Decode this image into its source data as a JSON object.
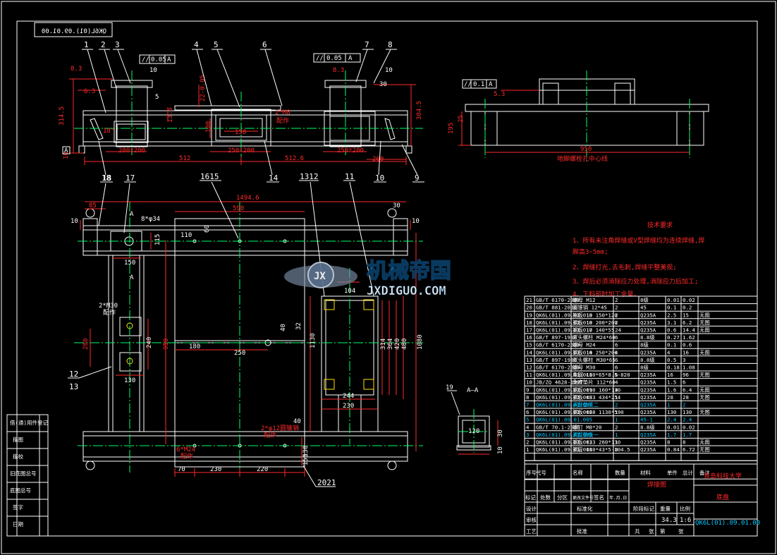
{
  "drawing_number": "QK6L(01).09.01.00",
  "top_code_mirrored": "QK6L(01).09.01.00",
  "title_block": {
    "name": "焊接图",
    "company": "青岛科技大学",
    "part": "底盘",
    "weight": "34.3",
    "scale": "1:6",
    "drawing_number": "QK6L(01).09.01.00",
    "header_cells": [
      "标记",
      "处数",
      "分区",
      "更改文件号",
      "签名",
      "年.月.日"
    ],
    "row_labels": [
      "设计",
      "审核",
      "工艺"
    ],
    "stage_labels": [
      "阶段标记",
      "重量",
      "比例"
    ],
    "sheet_labels": [
      "共",
      "张",
      "第",
      "张"
    ],
    "std": "标准化",
    "approve": "批准",
    "bom_header": [
      "序号",
      "代号",
      "名称",
      "数量",
      "材料",
      "单件",
      "总计",
      "备注"
    ]
  },
  "side_labels": [
    "借(通)用件登记",
    "旧底图总号",
    "描图",
    "描校",
    "底图总号",
    "签字",
    "日期"
  ],
  "tech_req": {
    "title": "技术要求",
    "items": [
      "1、所有未注角焊缝或V型焊缝均为连续焊缝,焊",
      "脚高3~5mm;",
      "2、焊缝打光,去毛刺,焊缝平整美观;",
      "3、焊后必须消除应力处理,消除应力后加工;",
      "4、下料前时加工余量。"
    ]
  },
  "bom_rows": [
    {
      "no": "21",
      "code": "GB/T 6170-2000",
      "name": "螺母 M12",
      "qty": "2",
      "mat": "8级",
      "unit": "0.01",
      "total": "0.02",
      "note": ""
    },
    {
      "no": "20",
      "code": "GB/T 881-2000",
      "name": "圆锥销 12*45",
      "qty": "2",
      "mat": "45",
      "unit": "0.1",
      "total": "0.2",
      "note": ""
    },
    {
      "no": "19",
      "code": "QK6L(01).09.01.019",
      "name": "挡板 18 150*120",
      "qty": "2",
      "mat": "Q235A",
      "unit": "2.5",
      "total": "15",
      "note": "无图"
    },
    {
      "no": "18",
      "code": "QK6L(01).09.01.018",
      "name": "钢板 10 200*200",
      "qty": "2",
      "mat": "Q235A",
      "unit": "3.1",
      "total": "6.2",
      "note": "无图"
    },
    {
      "no": "17",
      "code": "QK6L(01).09.01.017",
      "name": "钢板 10 140*55",
      "qty": "24",
      "mat": "Q235A",
      "unit": "0.6",
      "total": "14.4",
      "note": "无图"
    },
    {
      "no": "16",
      "code": "GB/T 897-1988",
      "name": "双头螺柱 M24*60",
      "qty": "6",
      "mat": "8.8级",
      "unit": "0.27",
      "total": "1.62",
      "note": ""
    },
    {
      "no": "15",
      "code": "GB/T 6170-2000",
      "name": "螺母 M24",
      "qty": "6",
      "mat": "8级",
      "unit": "0.1",
      "total": "0.6",
      "note": ""
    },
    {
      "no": "14",
      "code": "QK6L(01).09.01.014",
      "name": "钢板 10 250*200",
      "qty": "4",
      "mat": "Q235A",
      "unit": "4",
      "total": "16",
      "note": "无图"
    },
    {
      "no": "13",
      "code": "GB/T 897-1988",
      "name": "双头螺柱 M30*65",
      "qty": "6",
      "mat": "8.8级",
      "unit": "0.5",
      "total": "3",
      "note": ""
    },
    {
      "no": "12",
      "code": "GB/T 6170-2000",
      "name": "螺母 M30",
      "qty": "6",
      "mat": "8级",
      "unit": "0.18",
      "total": "1.08",
      "note": ""
    },
    {
      "no": "11",
      "code": "QK6L(01).09.01.011",
      "name": "角钢 L80*65*8.5-820",
      "qty": "6",
      "mat": "Q235A",
      "unit": "16",
      "total": "96",
      "note": "无图"
    },
    {
      "no": "10",
      "code": "JB/ZQ 4628-1997",
      "name": "角度垫片 112*60",
      "qty": "4",
      "mat": "Q235A",
      "unit": "1.5",
      "total": "6",
      "note": ""
    },
    {
      "no": "9",
      "code": "QK6L(01).09.01.009",
      "name": "钢板 t10 160*130",
      "qty": "4",
      "mat": "Q235A",
      "unit": "1.6",
      "total": "6.4",
      "note": "无图"
    },
    {
      "no": "8",
      "code": "QK6L(01).09.01.008",
      "name": "钢板 t33 434*254",
      "qty": "1",
      "mat": "Q235A",
      "unit": "28",
      "total": "28",
      "note": "无图"
    },
    {
      "no": "7",
      "code": "QK6L(01).09.01.007",
      "name": "调整垫板二",
      "qty": "2",
      "mat": "Q235A",
      "unit": "1",
      "total": "2",
      "note": ""
    },
    {
      "no": "6",
      "code": "QK6L(01).09.01.006",
      "name": "钢板 t28 1130*590",
      "qty": "1",
      "mat": "Q235A",
      "unit": "130",
      "total": "130",
      "note": "无图"
    },
    {
      "no": "5",
      "code": "QK6L(01).09.01.005",
      "name": "",
      "qty": "1",
      "mat": "45-1",
      "unit": "2.4",
      "total": "2.4",
      "note": ""
    },
    {
      "no": "4",
      "code": "GB/T 70.1-2000",
      "name": "螺钉 M8*20",
      "qty": "2",
      "mat": "8.8级",
      "unit": "0.01",
      "total": "0.02",
      "note": ""
    },
    {
      "no": "3",
      "code": "QK6L(01).09.01.003",
      "name": "调整垫板一",
      "qty": "1",
      "mat": "Q235A",
      "unit": "1.7",
      "total": "1.7",
      "note": ""
    },
    {
      "no": "2",
      "code": "QK6L(01).09.01.002",
      "name": "钢板 t33 260*130",
      "qty": "1",
      "mat": "Q235A",
      "unit": "8",
      "total": "8",
      "note": "无图"
    },
    {
      "no": "1",
      "code": "QK6L(01).09.01.001",
      "name": "钢管 180*43*5-104.5",
      "qty": "8",
      "mat": "Q235A",
      "unit": "0.84",
      "total": "6.72",
      "note": "无图"
    }
  ],
  "bom_colors": {
    "default": "#ffffff",
    "highlight": "#00c8ff"
  },
  "highlight_rows": [
    "7",
    "5",
    "3"
  ],
  "front_view": {
    "balloons": [
      "1",
      "2",
      "3",
      "4",
      "5",
      "6",
      "7",
      "8",
      "18",
      "14",
      "10",
      "9"
    ],
    "dims": {
      "d8_3a": "8.3",
      "d10a": "10",
      "d5": "5",
      "d22": "22-0.05",
      "d13_5": "13.5",
      "d314_5": "314.5",
      "d18": "18°",
      "d100": "100",
      "d150": "150",
      "d30a": "30",
      "d8_3b": "8.3",
      "d10b": "10",
      "d304_5": "304.5",
      "d200x200": "200*200",
      "d250x200a": "250*200",
      "d250x200b": "250*200",
      "d512a": "512",
      "d512b": "512.6",
      "d260": "260",
      "d10c": "10",
      "d2m8": "2*M8",
      "cfg": "配作",
      "tol1": "0.05",
      "datum": "A",
      "tol2": "0.05",
      "d6_3": "6.3"
    }
  },
  "side_view": {
    "tol": "0.1",
    "datum": "A",
    "d195": "195",
    "d25": "25",
    "d950": "950",
    "d5_3": "5.3",
    "note": "地脚螺栓孔中心线"
  },
  "plan_view": {
    "balloons": [
      "18",
      "17",
      "1615",
      "1312",
      "11",
      "12",
      "13",
      "2021"
    ],
    "dims": {
      "d1494": "1494.6",
      "d590": "590",
      "d85": "85",
      "d30": "30",
      "d10a": "10",
      "d10b": "10",
      "d110": "110",
      "d60": "60",
      "d150": "150",
      "d115": "115",
      "d8x34": "8*φ34",
      "secA": "A",
      "secA2": "A",
      "d2m30": "2*M30",
      "cfg1": "配作",
      "d280": "280",
      "d240": "240",
      "d130": "130",
      "d950": "950",
      "d180": "180",
      "d250": "250",
      "d104": "104",
      "d1130": "1130",
      "d314": "314",
      "d364": "364",
      "d420": "420",
      "d480": "480",
      "d1080": "1080",
      "d244": "244",
      "d230a": "230",
      "d40": "40",
      "d2phi12": "2*φ12圆锥销",
      "cfg2": "配作",
      "d6m24": "6*M24",
      "cfg3": "配作",
      "d70": "70",
      "d230b": "230",
      "d220": "220",
      "d130b": "130",
      "d150b": "150",
      "d40b": "40",
      "d40c": "40",
      "d32": "32"
    }
  },
  "section_aa": {
    "label": "A—A",
    "balloon": "19",
    "d120": "120",
    "d30": "30",
    "d10": "10"
  },
  "watermark": {
    "cn": "机械帝国",
    "en": "JXDIGUO.COM"
  }
}
